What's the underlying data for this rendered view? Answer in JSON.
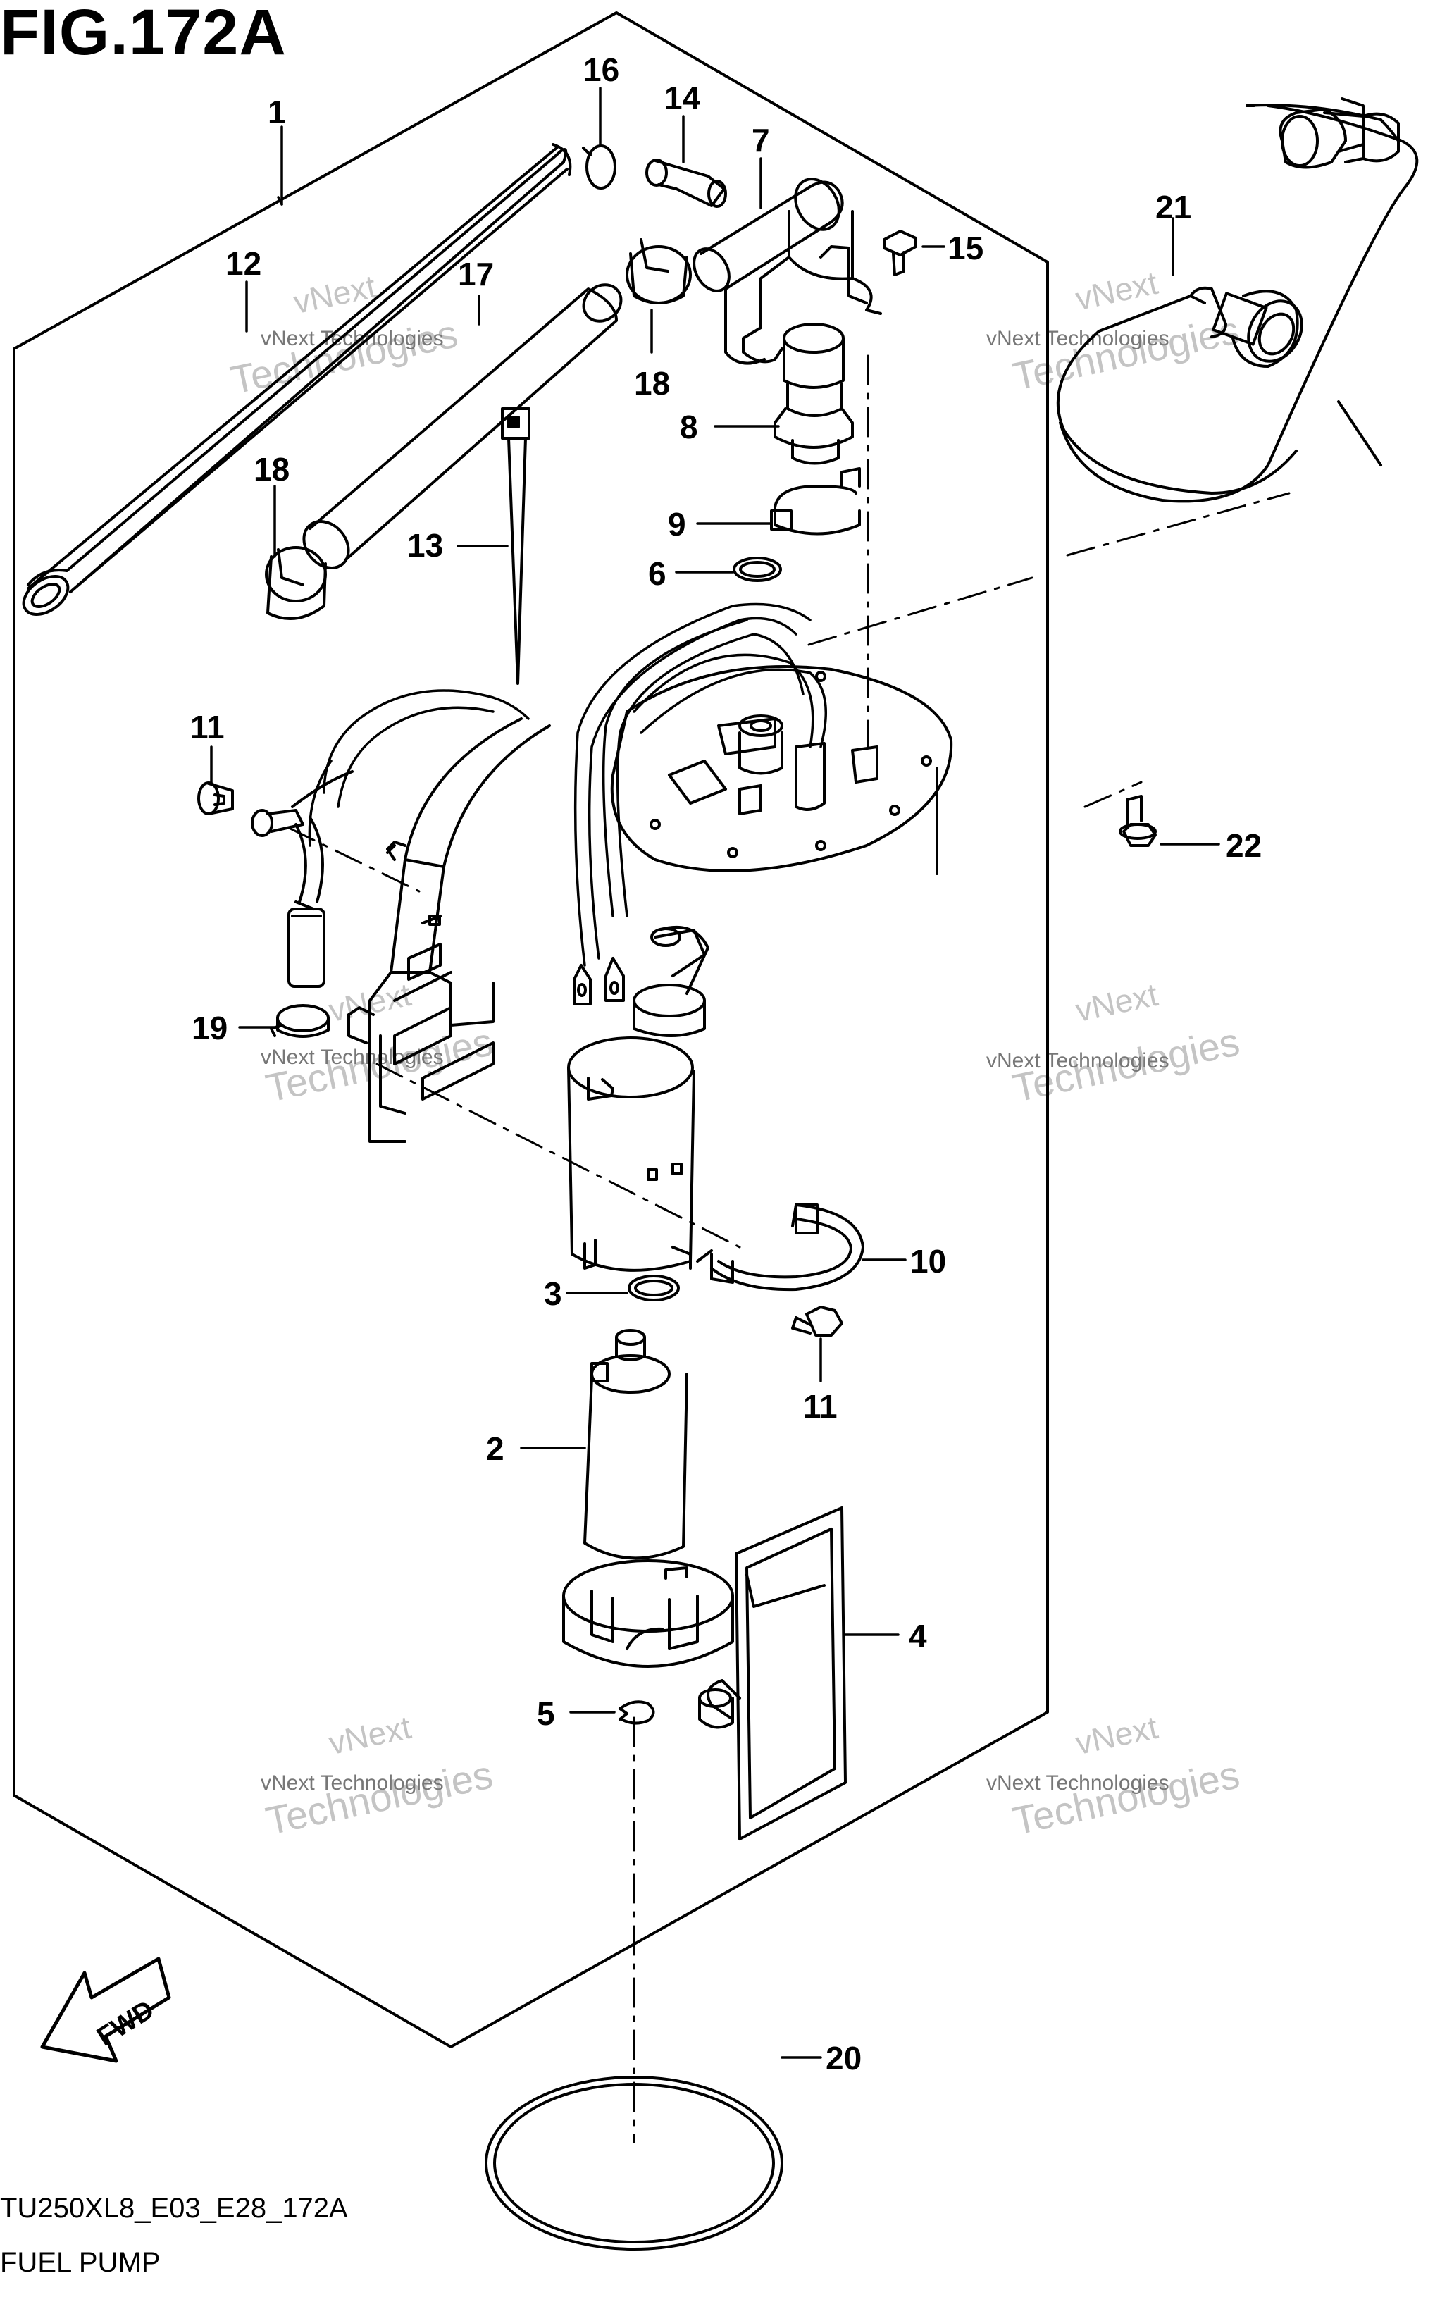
{
  "figure": {
    "title": "FIG.172A",
    "code": "TU250XL8_E03_E28_172A",
    "name": "FUEL PUMP"
  },
  "watermark": {
    "line1": "vNext Technologies",
    "line2": "vNext",
    "line3": "Technologies"
  },
  "direction": {
    "label": "FWD",
    "icon": "forward-arrow-icon"
  },
  "callouts": [
    "1",
    "2",
    "3",
    "4",
    "5",
    "6",
    "7",
    "8",
    "9",
    "10",
    "11",
    "11",
    "12",
    "13",
    "14",
    "15",
    "16",
    "17",
    "18",
    "18",
    "19",
    "20",
    "21",
    "22"
  ],
  "colors": {
    "line": "#000000",
    "watermark": "#bdbdbd",
    "background": "#ffffff"
  }
}
